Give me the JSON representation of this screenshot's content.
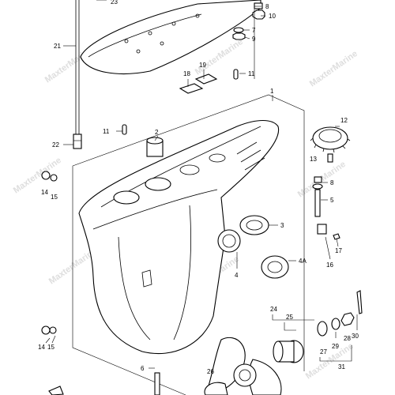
{
  "diagram": {
    "watermark": "MaxterMarine",
    "callouts": [
      {
        "id": "c1",
        "text": "1"
      },
      {
        "id": "c2",
        "text": "2"
      },
      {
        "id": "c3",
        "text": "3"
      },
      {
        "id": "c4",
        "text": "4"
      },
      {
        "id": "c4a",
        "text": "4A"
      },
      {
        "id": "c5",
        "text": "5"
      },
      {
        "id": "c6",
        "text": "6"
      },
      {
        "id": "c7",
        "text": "7"
      },
      {
        "id": "c8a",
        "text": "8"
      },
      {
        "id": "c8b",
        "text": "8"
      },
      {
        "id": "c9",
        "text": "9"
      },
      {
        "id": "c10",
        "text": "10"
      },
      {
        "id": "c11a",
        "text": "11"
      },
      {
        "id": "c11b",
        "text": "11"
      },
      {
        "id": "c12",
        "text": "12"
      },
      {
        "id": "c13",
        "text": "13"
      },
      {
        "id": "c14a",
        "text": "14"
      },
      {
        "id": "c14b",
        "text": "14"
      },
      {
        "id": "c15a",
        "text": "15"
      },
      {
        "id": "c15b",
        "text": "15"
      },
      {
        "id": "c16",
        "text": "16"
      },
      {
        "id": "c17",
        "text": "17"
      },
      {
        "id": "c18",
        "text": "18"
      },
      {
        "id": "c19",
        "text": "19"
      },
      {
        "id": "c21",
        "text": "21"
      },
      {
        "id": "c22",
        "text": "22"
      },
      {
        "id": "c23",
        "text": "23"
      },
      {
        "id": "c24",
        "text": "24"
      },
      {
        "id": "c25",
        "text": "25"
      },
      {
        "id": "c26",
        "text": "26"
      },
      {
        "id": "c27",
        "text": "27"
      },
      {
        "id": "c28",
        "text": "28"
      },
      {
        "id": "c29",
        "text": "29"
      },
      {
        "id": "c30",
        "text": "30"
      },
      {
        "id": "c31",
        "text": "31"
      }
    ]
  }
}
